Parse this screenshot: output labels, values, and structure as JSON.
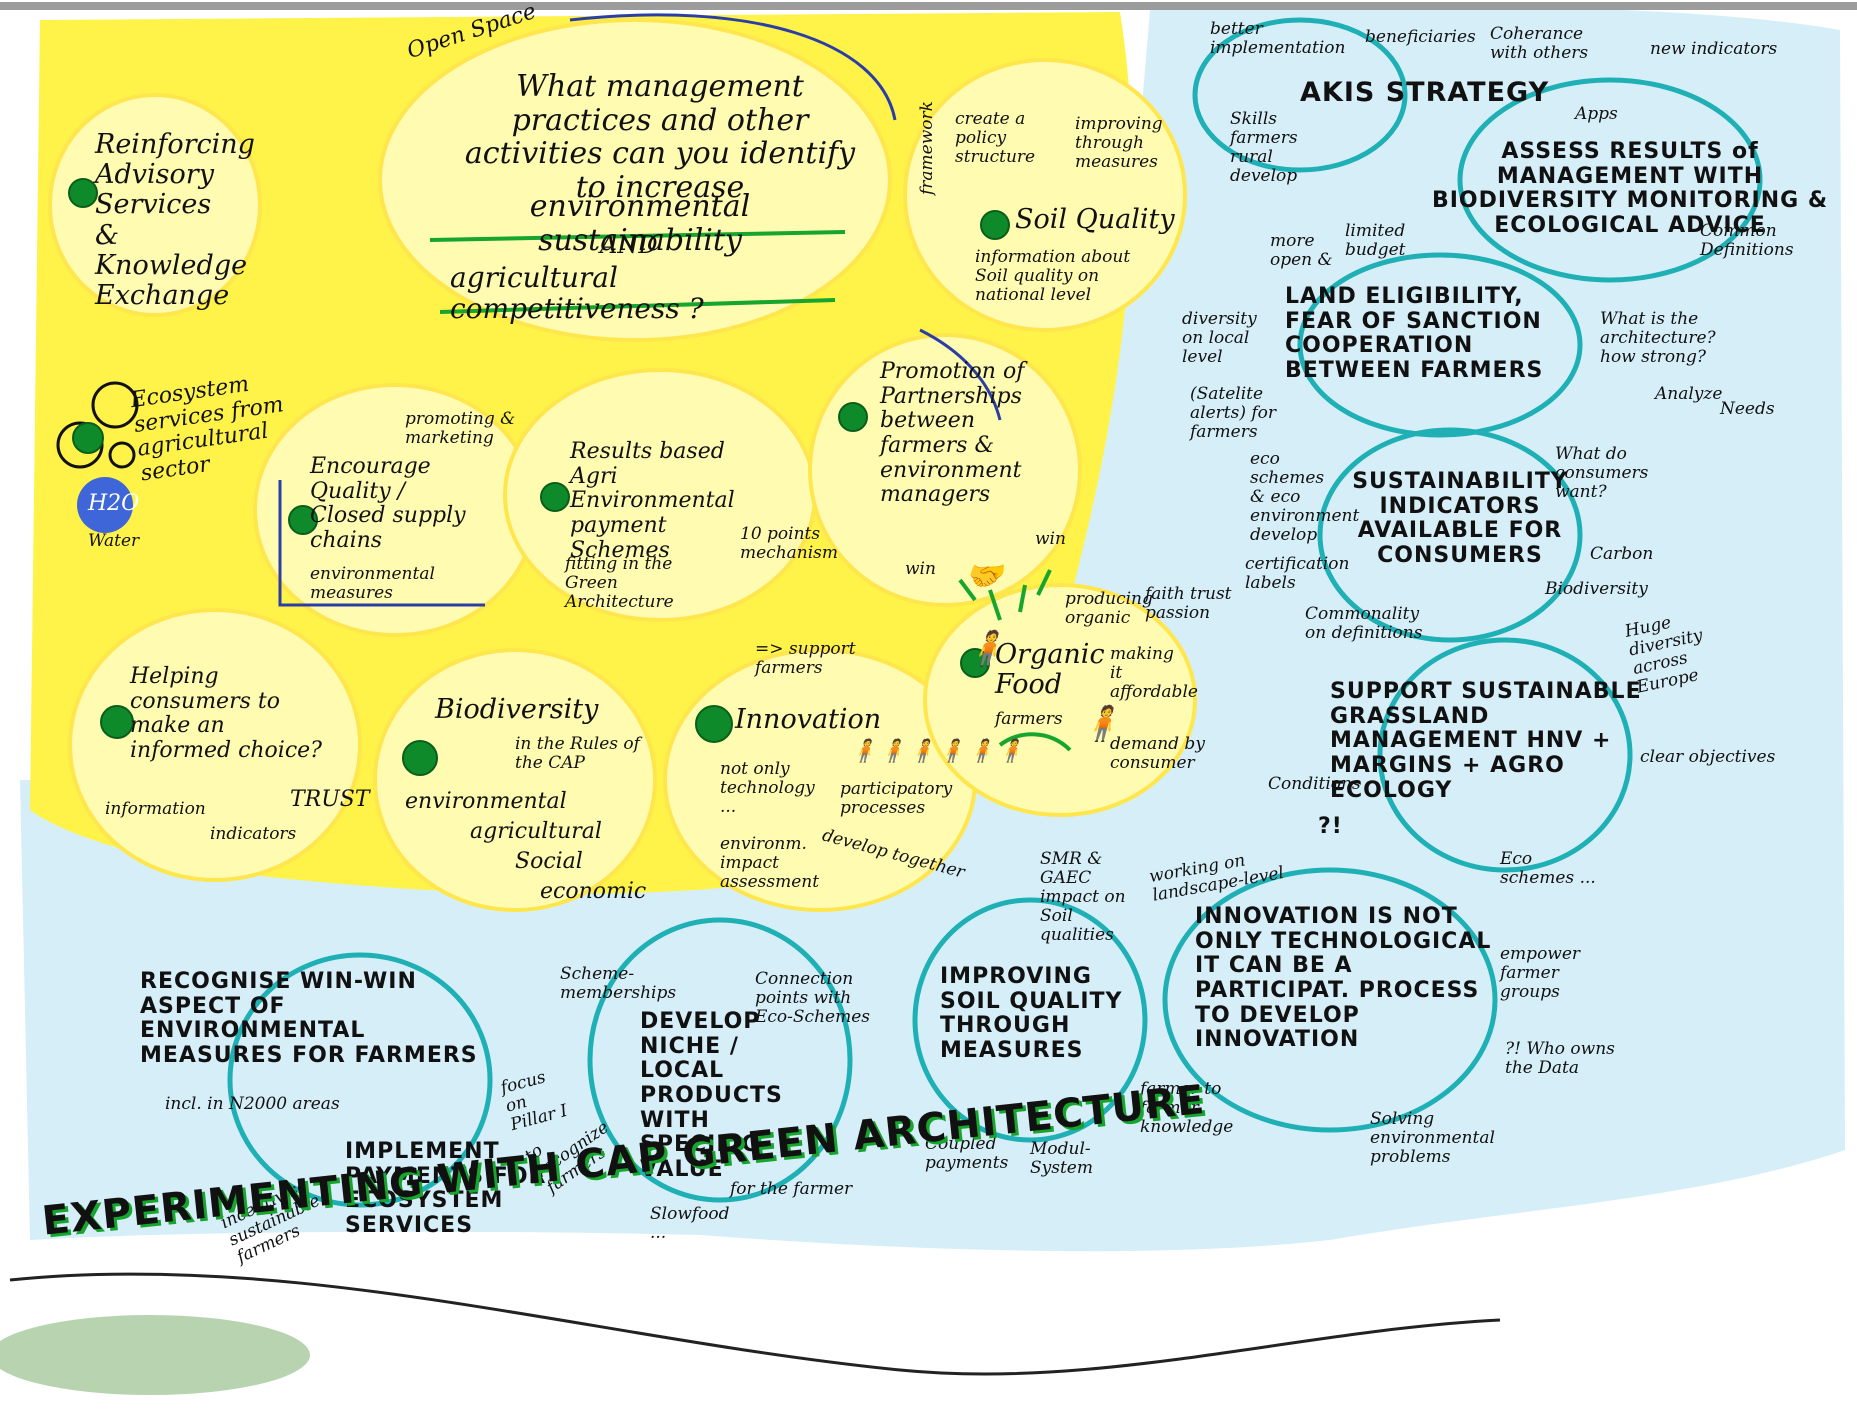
{
  "title": "EXPERIMENTING WITH CAP GREEN ARCHITECTURE",
  "open_space": {
    "label": "Open Space",
    "question_1": "What management practices and other activities can you identify to increase",
    "question_env": "environmental sustainability",
    "question_and": "AND",
    "question_agri": "agricultural competitiveness ?"
  },
  "yellow_topics": {
    "reinforcing": "Reinforcing Advisory Services & Knowledge Exchange",
    "framework_tag": "framework",
    "policy": "create a policy structure",
    "improving": "improving through measures",
    "soil": "Soil Quality",
    "soil_info": "information about Soil quality on national level",
    "ecosystem": "Ecosystem services from agricultural sector",
    "h2o": "H2O",
    "water": "Water",
    "promoting": "promoting & marketing",
    "encourage": "Encourage Quality / Closed supply chains",
    "env_measures": "environmental measures",
    "results": "Results based Agri Environmental payment Schemes",
    "ten_points": "10 points mechanism",
    "fitting": "fitting in the Green Architecture",
    "partnerships": "Promotion of Partnerships between farmers & environment managers",
    "win1": "win",
    "win2": "win",
    "producing": "producing organic",
    "faith": "faith trust passion",
    "organic": "Organic Food",
    "affordable": "making it affordable",
    "farmers": "farmers",
    "demand": "demand by consumer",
    "support_farmers": "=> support farmers",
    "helping": "Helping consumers to make an informed choice?",
    "information": "information",
    "trust": "TRUST",
    "indicators": "indicators",
    "biodiversity": "Biodiversity",
    "rules": "in the Rules of the CAP",
    "environmental": "environmental",
    "agricultural": "agricultural",
    "social": "Social",
    "economic": "economic",
    "innovation": "Innovation",
    "not_only": "not only technology ...",
    "participatory": "participatory processes",
    "env_impact": "environm. impact assessment",
    "develop_together": "develop together"
  },
  "right_side": {
    "better_impl": "better implementation",
    "beneficiaries": "beneficiaries",
    "coherence": "Coherance with others",
    "akis": "AKIS STRATEGY",
    "new_indicators": "new indicators",
    "apps": "Apps",
    "skills": "Skills farmers rural develop",
    "assess": "ASSESS RESULTS of MANAGEMENT WITH BIODIVERSITY MONITORING & ECOLOGICAL ADVICE",
    "common_defs": "Common Definitions",
    "more_open": "more open &",
    "limited_budget": "limited budget",
    "land": "LAND ELIGIBILITY, FEAR OF SANCTION COOPERATION BETWEEN FARMERS",
    "diversity_local": "diversity on local level",
    "what_arch": "What is the architecture? how strong?",
    "analyze": "Analyze",
    "needs": "Needs",
    "satellite": "(Satelite alerts) for farmers",
    "eco_schemes_env": "eco schemes & eco environment develop",
    "cert_labels": "certification labels",
    "sustainability": "SUSTAINABILITY INDICATORS AVAILABLE FOR CONSUMERS",
    "what_consumers": "What do consumers want?",
    "carbon": "Carbon",
    "biodiversity2": "Biodiversity",
    "commonality": "Commonality on definitions",
    "huge_diversity": "Huge diversity across Europe",
    "support_grass": "SUPPORT SUSTAINABLE GRASSLAND MANAGEMENT HNV + MARGINS + AGRO ECOLOGY",
    "conditions": "Conditions",
    "question_mark": "?!",
    "clear_objectives": "clear objectives",
    "eco_schemes": "Eco schemes ..."
  },
  "bottom": {
    "recognise": "RECOGNISE WIN-WIN ASPECT OF ENVIRONMENTAL MEASURES FOR FARMERS",
    "natura": "incl. in N2000 areas",
    "focus_pillar": "focus on Pillar I",
    "to_recognize": "to recognize farmers",
    "implement": "IMPLEMENT PAYMENTS FOR ECOSYSTEM SERVICES",
    "incentivise": "incentivise sustainable farmers",
    "scheme_members": "Scheme-memberships",
    "connection": "Connection points with Eco-Schemes",
    "develop_niche": "DEVELOP NICHE / LOCAL PRODUCTS WITH SPECIFIC VALUE",
    "for_farmer": "for the farmer",
    "slowfood": "Slowfood ...",
    "smr": "SMR & GAEC impact on Soil qualities",
    "improving_soil": "IMPROVING SOIL QUALITY THROUGH MEASURES",
    "coupled": "Coupled payments",
    "modul": "Modul-System",
    "landscape": "working on landscape-level",
    "innovation_is": "INNOVATION IS NOT ONLY TECHNOLOGICAL IT CAN BE A PARTICIPAT. PROCESS TO DEVELOP INNOVATION",
    "empower": "empower farmer groups",
    "who_owns": "?! Who owns the Data",
    "farmer_to_farmer": "farmer to farmer knowledge",
    "solving": "Solving environmental problems"
  },
  "colors": {
    "yellow": "#fff34a",
    "light_yellow": "#fffbb0",
    "blue": "#c8e8f6",
    "teal": "#1fb0b5",
    "green": "#16a52d",
    "navy": "#2b3ea6"
  }
}
